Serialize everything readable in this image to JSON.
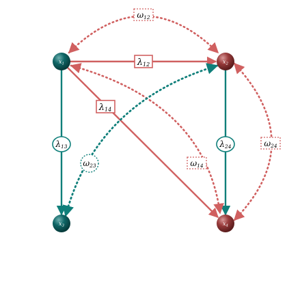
{
  "colors": {
    "teal": "#0f7f7a",
    "red": "#d06060",
    "teal_node": "#0e5a5a",
    "red_node": "#8e3636"
  },
  "nodes": {
    "x1": {
      "label": "x",
      "sub": "1"
    },
    "x2": {
      "label": "x",
      "sub": "2"
    },
    "x3": {
      "label": "x",
      "sub": "3"
    },
    "x4": {
      "label": "x",
      "sub": "4"
    }
  },
  "edges": {
    "lambda12": {
      "label": "λ",
      "sub": "12"
    },
    "lambda14": {
      "label": "λ",
      "sub": "14"
    },
    "lambda13": {
      "label": "λ",
      "sub": "13"
    },
    "lambda24": {
      "label": "λ",
      "sub": "24"
    },
    "omega12": {
      "label": "ω",
      "sub": "12"
    },
    "omega14": {
      "label": "ω",
      "sub": "14"
    },
    "omega23": {
      "label": "ω",
      "sub": "23"
    },
    "omega24": {
      "label": "ω",
      "sub": "24"
    }
  }
}
